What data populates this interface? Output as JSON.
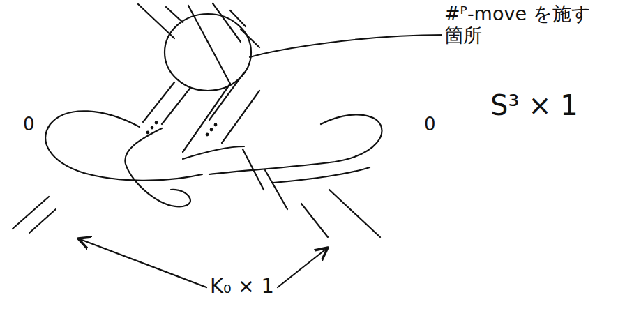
{
  "diagram": {
    "labels": [
      "#ᴾ-move を施す 箇所",
      "0",
      "0",
      "S³ × 1",
      "K₀ × 1"
    ]
  }
}
